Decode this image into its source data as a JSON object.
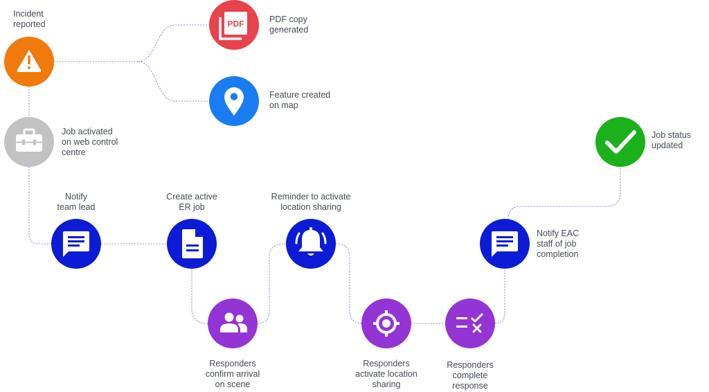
{
  "colors": {
    "orange": "#f07a0b",
    "red": "#e8434d",
    "blue_light": "#1a7cf2",
    "grey": "#c2c2c2",
    "green": "#1ab11a",
    "blue_dark": "#0b1bd6",
    "purple": "#9334d4",
    "connector": "#8f95d8",
    "text": "#444a55"
  },
  "nodes": {
    "incident": {
      "icon": "warning-triangle-icon",
      "lines": [
        "Incident",
        "reported"
      ]
    },
    "pdf": {
      "icon": "pdf-document-icon",
      "glyph": "PDF",
      "lines": [
        "PDF copy",
        "generated"
      ]
    },
    "feature": {
      "icon": "map-pin-icon",
      "lines": [
        "Feature created",
        "on map"
      ]
    },
    "job_activated": {
      "icon": "toolbox-icon",
      "lines": [
        "Job activated",
        "on web control",
        "centre"
      ]
    },
    "job_status": {
      "icon": "checkmark-icon",
      "lines": [
        "Job status",
        "updated"
      ]
    },
    "notify_lead": {
      "icon": "chat-message-icon",
      "lines": [
        "Notify",
        "team lead"
      ]
    },
    "create_job": {
      "icon": "document-icon",
      "lines": [
        "Create active",
        "ER job"
      ]
    },
    "reminder": {
      "icon": "bell-icon",
      "lines": [
        "Reminder to activate",
        "location sharing"
      ]
    },
    "notify_eac": {
      "icon": "chat-message-icon",
      "lines": [
        "Notify EAC",
        "staff of job",
        "completion"
      ]
    },
    "arrival": {
      "icon": "people-group-icon",
      "lines": [
        "Responders",
        "confirm arrival",
        "on scene"
      ]
    },
    "location_sharing": {
      "icon": "crosshair-target-icon",
      "lines": [
        "Responders",
        "activate location",
        "sharing"
      ]
    },
    "complete": {
      "icon": "checklist-icon",
      "lines": [
        "Responders",
        "complete",
        "response"
      ]
    }
  }
}
